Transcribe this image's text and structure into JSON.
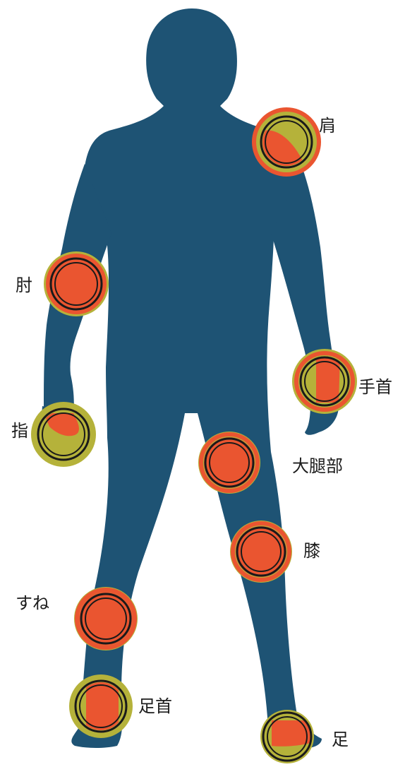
{
  "colors": {
    "body": "#1e5374",
    "pain": "#ea5530",
    "halo": "#b5b23a",
    "ring": "#1a1a1a"
  },
  "labels": {
    "shoulder": "肩",
    "elbow": "肘",
    "wrist": "手首",
    "finger": "指",
    "thigh": "大腿部",
    "knee": "膝",
    "shin": "すね",
    "ankle": "足首",
    "foot": "足"
  }
}
